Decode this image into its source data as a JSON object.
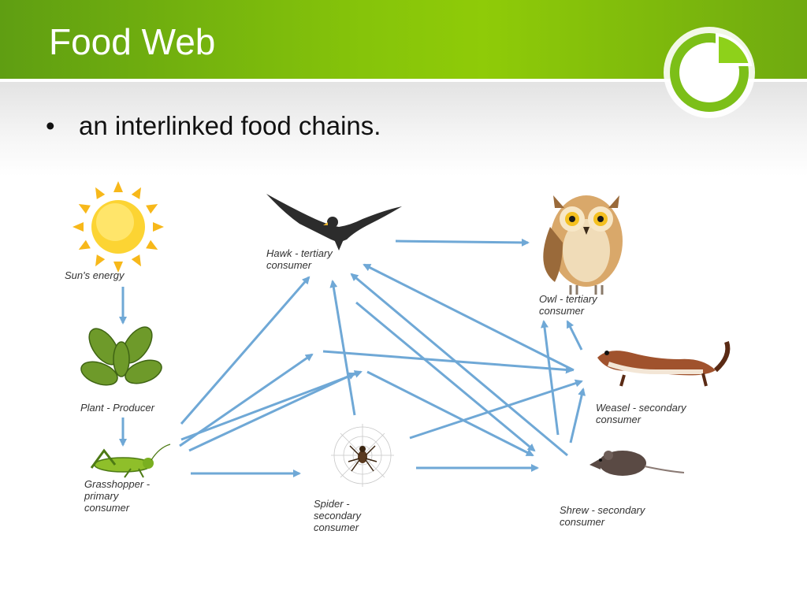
{
  "slide": {
    "title": "Food Web",
    "bullet": "an interlinked food chains."
  },
  "diagram": {
    "nodes": [
      {
        "id": "sun",
        "icon": "sun-icon",
        "label": [
          "Sun's energy"
        ]
      },
      {
        "id": "plant",
        "icon": "plant-icon",
        "label": [
          "Plant - Producer"
        ]
      },
      {
        "id": "grasshopper",
        "icon": "grasshopper-icon",
        "label": [
          "Grasshopper -",
          "primary",
          "consumer"
        ]
      },
      {
        "id": "hawk",
        "icon": "hawk-icon",
        "label": [
          "Hawk - tertiary",
          "consumer"
        ]
      },
      {
        "id": "spider",
        "icon": "spider-icon",
        "label": [
          "Spider -",
          "secondary",
          "consumer"
        ]
      },
      {
        "id": "owl",
        "icon": "owl-icon",
        "label": [
          "Owl - tertiary",
          "consumer"
        ]
      },
      {
        "id": "weasel",
        "icon": "weasel-icon",
        "label": [
          "Weasel - secondary",
          "consumer"
        ]
      },
      {
        "id": "shrew",
        "icon": "shrew-icon",
        "label": [
          "Shrew - secondary",
          "consumer"
        ]
      }
    ],
    "arrow_color": "#6fa8d6"
  },
  "colors": {
    "header_green": "#86c40a",
    "title_text": "#ffffff"
  }
}
